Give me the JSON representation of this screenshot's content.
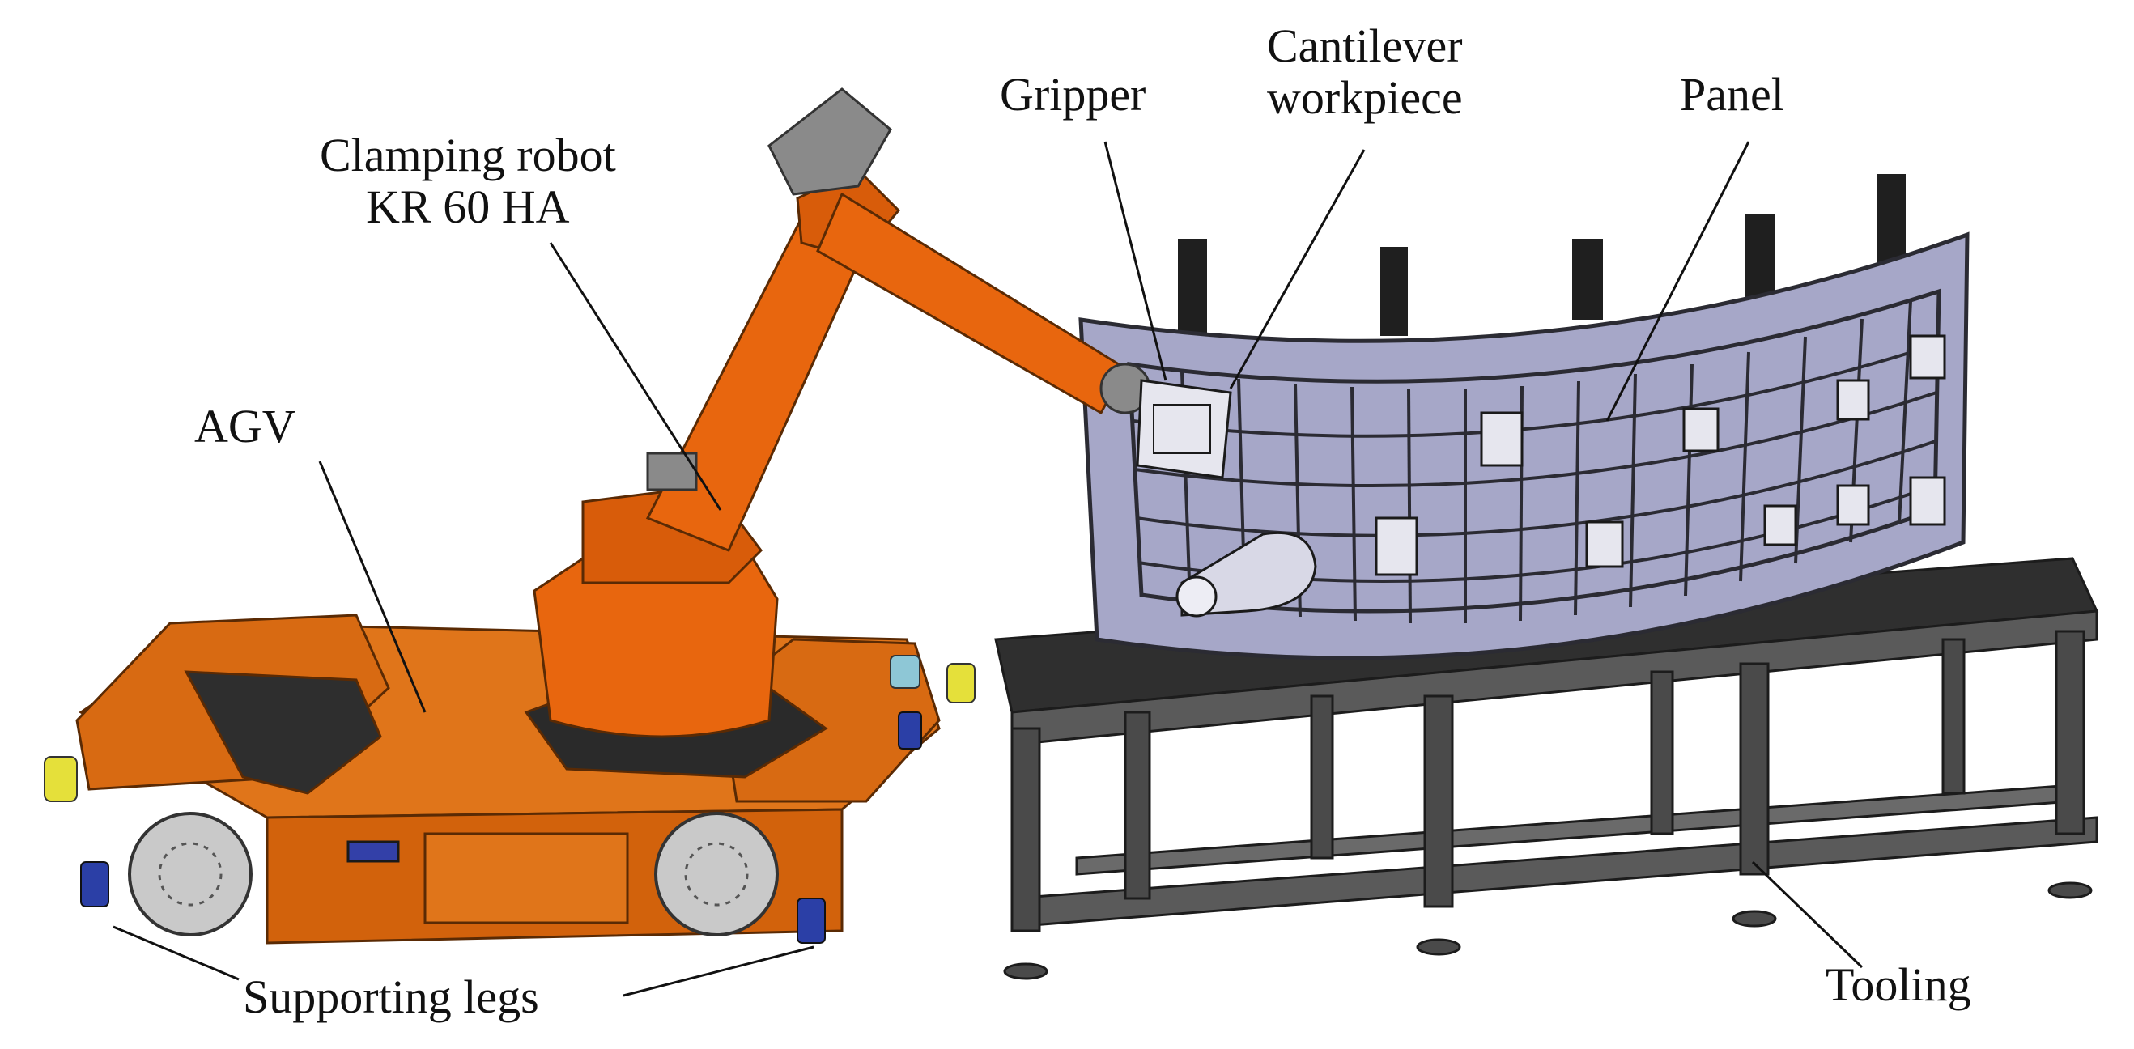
{
  "labels": {
    "gripper": "Gripper",
    "cantilever_line1": "Cantilever",
    "cantilever_line2": "workpiece",
    "panel": "Panel",
    "clamping_line1": "Clamping robot",
    "clamping_line2": "KR 60 HA",
    "agv": "AGV",
    "supporting_legs": "Supporting legs",
    "tooling": "Tooling"
  },
  "colors": {
    "robot_orange": "#e8660e",
    "robot_dark": "#b34a06",
    "agv_orange": "#e0751a",
    "panel_fill": "#a6a7c8",
    "panel_grid": "#2b2b33",
    "frame_dark": "#3a3a3a",
    "wheel_grey": "#c9c9c9",
    "leg_blue": "#2b3fa6",
    "leader_line": "#111111"
  }
}
